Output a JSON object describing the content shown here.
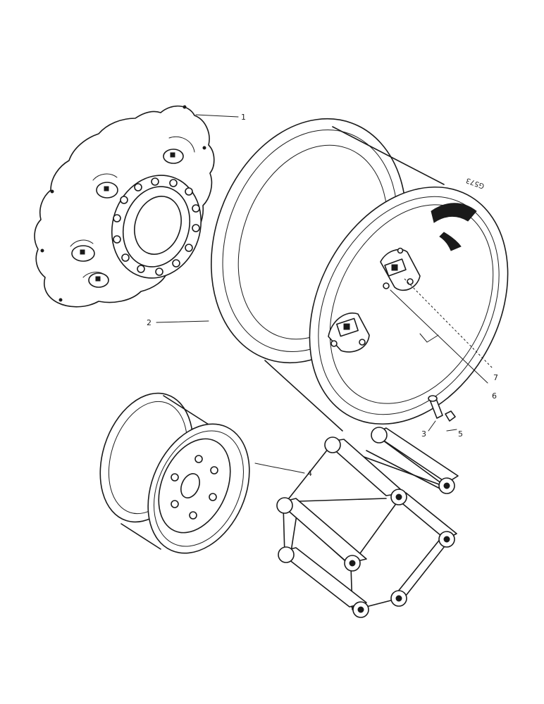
{
  "drawing": {
    "reference_code": "G573",
    "callouts": [
      "1",
      "2",
      "3",
      "4",
      "5",
      "6",
      "7"
    ]
  }
}
